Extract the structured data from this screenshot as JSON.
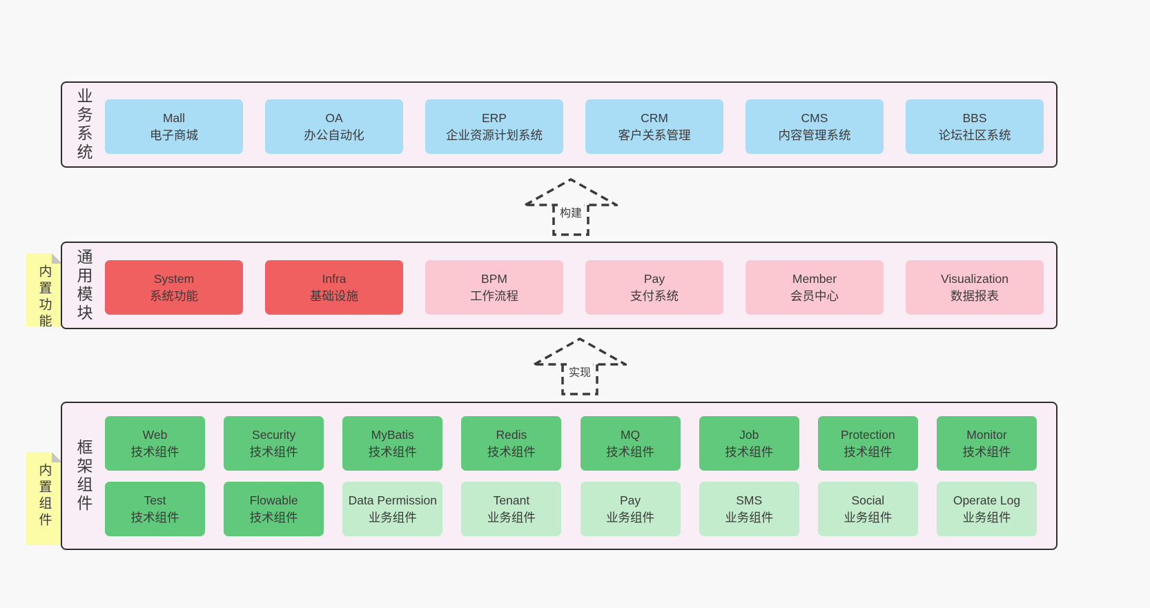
{
  "palette": {
    "page_bg": "#f8f8f8",
    "band_bg": "#f9edf6",
    "band_border": "#2e2e2e",
    "blue": "#a9dcf5",
    "red": "#f06060",
    "pink": "#fbc8d1",
    "green": "#61c97c",
    "light_green": "#c3eccc",
    "sticky_yellow": "#fcfba6",
    "sticky_fold": "#c5c5c7",
    "text": "#3b3b3b",
    "arrow_stroke": "#3a3a3a"
  },
  "bands": {
    "business": {
      "label": "业务系统",
      "items": [
        {
          "title": "Mall",
          "subtitle": "电子商城"
        },
        {
          "title": "OA",
          "subtitle": "办公自动化"
        },
        {
          "title": "ERP",
          "subtitle": "企业资源计划系统"
        },
        {
          "title": "CRM",
          "subtitle": "客户关系管理"
        },
        {
          "title": "CMS",
          "subtitle": "内容管理系统"
        },
        {
          "title": "BBS",
          "subtitle": "论坛社区系统"
        }
      ]
    },
    "modules": {
      "label": "通用模块",
      "sticky": "内置功能",
      "items": [
        {
          "title": "System",
          "subtitle": "系统功能",
          "color": "red"
        },
        {
          "title": "Infra",
          "subtitle": "基础设施",
          "color": "red"
        },
        {
          "title": "BPM",
          "subtitle": "工作流程",
          "color": "pink"
        },
        {
          "title": "Pay",
          "subtitle": "支付系统",
          "color": "pink"
        },
        {
          "title": "Member",
          "subtitle": "会员中心",
          "color": "pink"
        },
        {
          "title": "Visualization",
          "subtitle": "数据报表",
          "color": "pink"
        }
      ]
    },
    "components": {
      "label": "框架组件",
      "sticky": "内置组件",
      "rows": [
        [
          {
            "title": "Web",
            "subtitle": "技术组件",
            "color": "green"
          },
          {
            "title": "Security",
            "subtitle": "技术组件",
            "color": "green"
          },
          {
            "title": "MyBatis",
            "subtitle": "技术组件",
            "color": "green"
          },
          {
            "title": "Redis",
            "subtitle": "技术组件",
            "color": "green"
          },
          {
            "title": "MQ",
            "subtitle": "技术组件",
            "color": "green"
          },
          {
            "title": "Job",
            "subtitle": "技术组件",
            "color": "green"
          },
          {
            "title": "Protection",
            "subtitle": "技术组件",
            "color": "green"
          },
          {
            "title": "Monitor",
            "subtitle": "技术组件",
            "color": "green"
          }
        ],
        [
          {
            "title": "Test",
            "subtitle": "技术组件",
            "color": "green"
          },
          {
            "title": "Flowable",
            "subtitle": "技术组件",
            "color": "green"
          },
          {
            "title": "Data Permission",
            "subtitle": "业务组件",
            "color": "light_green"
          },
          {
            "title": "Tenant",
            "subtitle": "业务组件",
            "color": "light_green"
          },
          {
            "title": "Pay",
            "subtitle": "业务组件",
            "color": "light_green"
          },
          {
            "title": "SMS",
            "subtitle": "业务组件",
            "color": "light_green"
          },
          {
            "title": "Social",
            "subtitle": "业务组件",
            "color": "light_green"
          },
          {
            "title": "Operate Log",
            "subtitle": "业务组件",
            "color": "light_green"
          }
        ]
      ]
    }
  },
  "arrows": [
    {
      "label": "构建"
    },
    {
      "label": "实现"
    }
  ]
}
